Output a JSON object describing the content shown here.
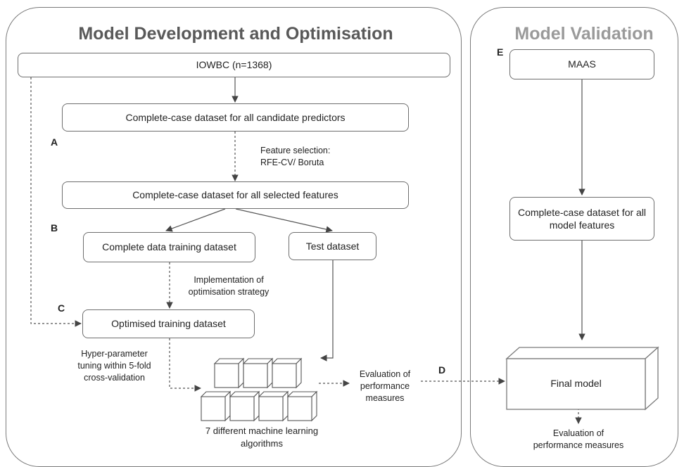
{
  "panels": {
    "development": {
      "title": "Model Development and Optimisation"
    },
    "validation": {
      "title": "Model Validation"
    }
  },
  "boxes": {
    "iowbc": "IOWBC (n=1368)",
    "candidate": "Complete-case dataset for all candidate predictors",
    "selected": "Complete-case dataset for all selected features",
    "training": "Complete data training dataset",
    "test": "Test dataset",
    "optimised": "Optimised training dataset",
    "maas": "MAAS",
    "model_features": "Complete-case dataset for all model features",
    "final_model": "Final model"
  },
  "labels": {
    "feature_selection": "Feature selection: RFE-CV/ Boruta",
    "implementation": "Implementation of optimisation strategy",
    "hyper": "Hyper-parameter tuning within 5-fold cross-validation",
    "evaluation_dev": "Evaluation of performance measures",
    "algorithms": "7 different machine learning algorithms",
    "evaluation_val": "Evaluation of performance measures"
  },
  "steps": {
    "a": "A",
    "b": "B",
    "c": "C",
    "d": "D",
    "e": "E"
  },
  "colors": {
    "border": "#6e6e6e",
    "validation_title": "#9a9a9a",
    "text": "#222222"
  }
}
